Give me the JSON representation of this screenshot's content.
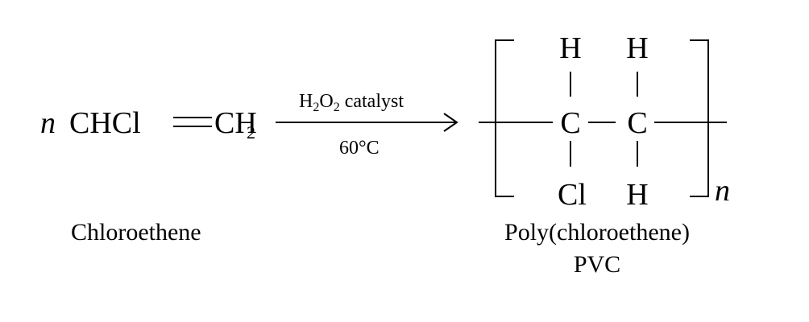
{
  "reactant": {
    "coefficient": "n",
    "formula_main": "CHCl",
    "formula_second": "CH",
    "formula_subscript": "2",
    "name": "Chloroethene"
  },
  "conditions": {
    "above_h": "H",
    "above_h_sub": "2",
    "above_o": "O",
    "above_o_sub": "2",
    "above_rest": " catalyst",
    "below": "60°C"
  },
  "polymer": {
    "atoms": {
      "h_top_left": "H",
      "h_top_right": "H",
      "c_left": "C",
      "c_right": "C",
      "cl_bottom_left": "Cl",
      "h_bottom_right": "H"
    },
    "repeat_subscript": "n",
    "name": "Poly(chloroethene)",
    "abbreviation": "PVC"
  }
}
